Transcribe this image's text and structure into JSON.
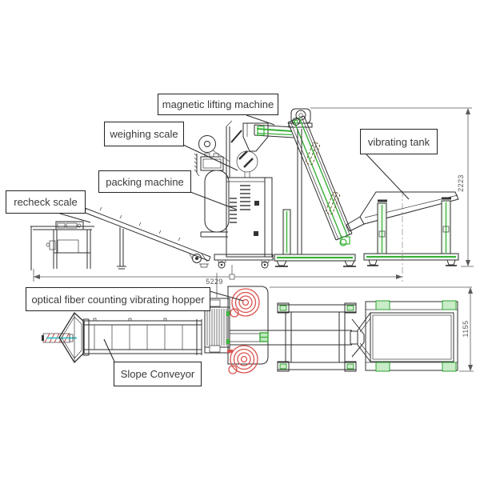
{
  "labels": {
    "magnetic_lifting_machine": "magnetic lifting machine",
    "weighing_scale": "weighing scale",
    "vibrating_tank": "vibrating tank",
    "packing_machine": "packing machine",
    "recheck_scale": "recheck scale",
    "optical_fiber_hopper": "optical fiber counting vibrating hopper",
    "slope_conveyor": "Slope Conveyor"
  },
  "dimensions": {
    "overall_length": "5229",
    "overall_height": "2223",
    "plan_width": "1155"
  },
  "colors": {
    "line": "#2e2e2e",
    "machine_green": "#35b135",
    "light_green_fill": "#effaef",
    "accent_red": "#d9534f",
    "accent_cyan": "#45c8c8",
    "dimension_gray": "#5a5a5a"
  }
}
